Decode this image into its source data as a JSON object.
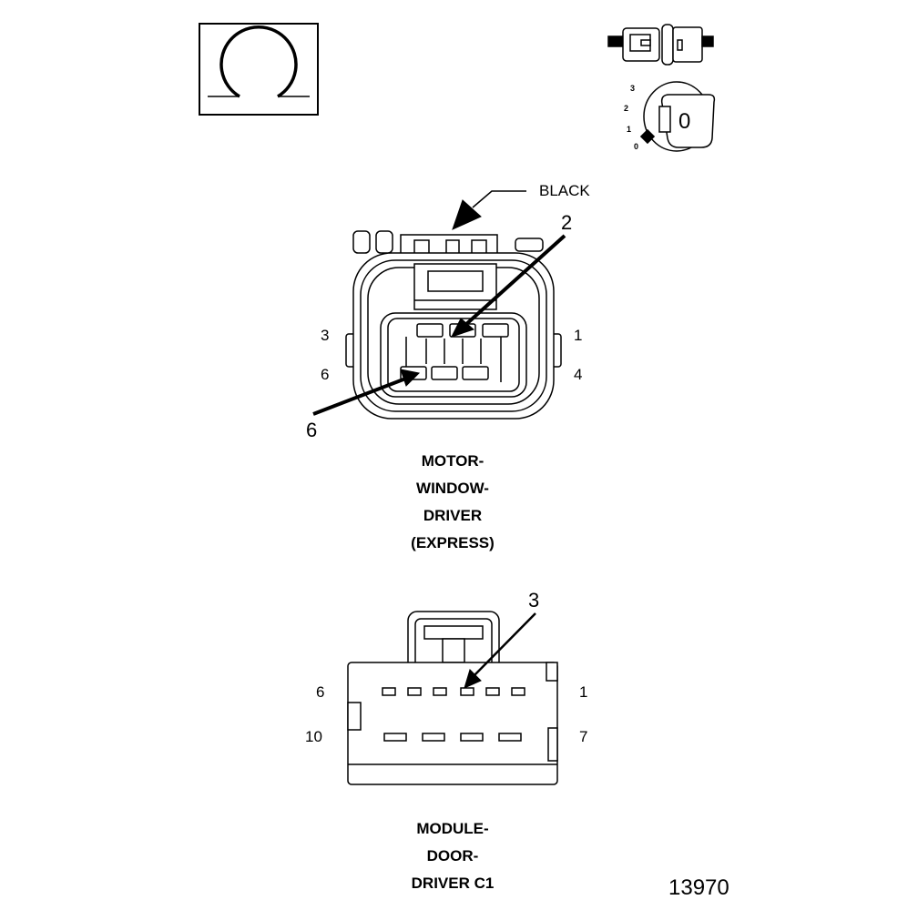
{
  "header": {
    "ignition_positions": [
      "3",
      "2",
      "1",
      "0"
    ],
    "key_label": "0"
  },
  "connector_1": {
    "color_label": "BLACK",
    "callout_top": "2",
    "callout_bottom": "6",
    "pin_labels": {
      "top_left": "3",
      "top_right": "1",
      "bottom_left": "6",
      "bottom_right": "4"
    },
    "caption": [
      "MOTOR-",
      "WINDOW-",
      "DRIVER",
      "(EXPRESS)"
    ]
  },
  "connector_2": {
    "callout": "3",
    "pin_labels": {
      "top_left": "6",
      "top_right": "1",
      "bottom_left": "10",
      "bottom_right": "7"
    },
    "caption": [
      "MODULE-",
      "DOOR-",
      "DRIVER C1"
    ]
  },
  "figure_number": "13970"
}
